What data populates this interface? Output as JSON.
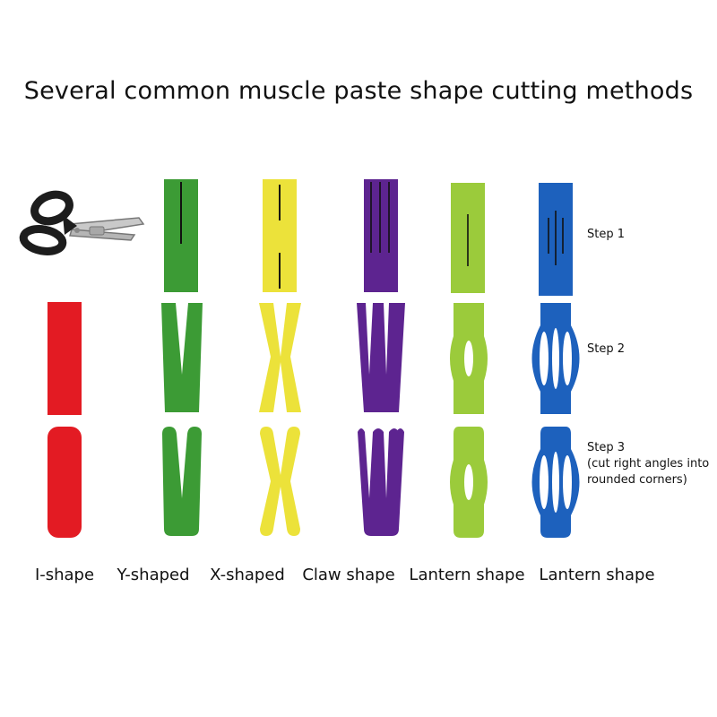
{
  "title": "Several common muscle paste shape cutting methods",
  "steps": [
    {
      "label": "Step 1"
    },
    {
      "label": "Step 2"
    },
    {
      "label": "Step 3",
      "note_lines": [
        "(cut right angles into",
        "rounded corners)"
      ]
    }
  ],
  "shapes": [
    {
      "label": "I-shape",
      "color": "#e31b23"
    },
    {
      "label": "Y-shaped",
      "color": "#3c9b35"
    },
    {
      "label": "X-shaped",
      "color": "#ece23a"
    },
    {
      "label": "Claw shape",
      "color": "#5d2490"
    },
    {
      "label": "Lantern shape",
      "color": "#9bcb3b"
    },
    {
      "label": "Lantern shape",
      "color": "#1d61bd"
    }
  ],
  "icons": {
    "tool": "scissors-icon"
  }
}
